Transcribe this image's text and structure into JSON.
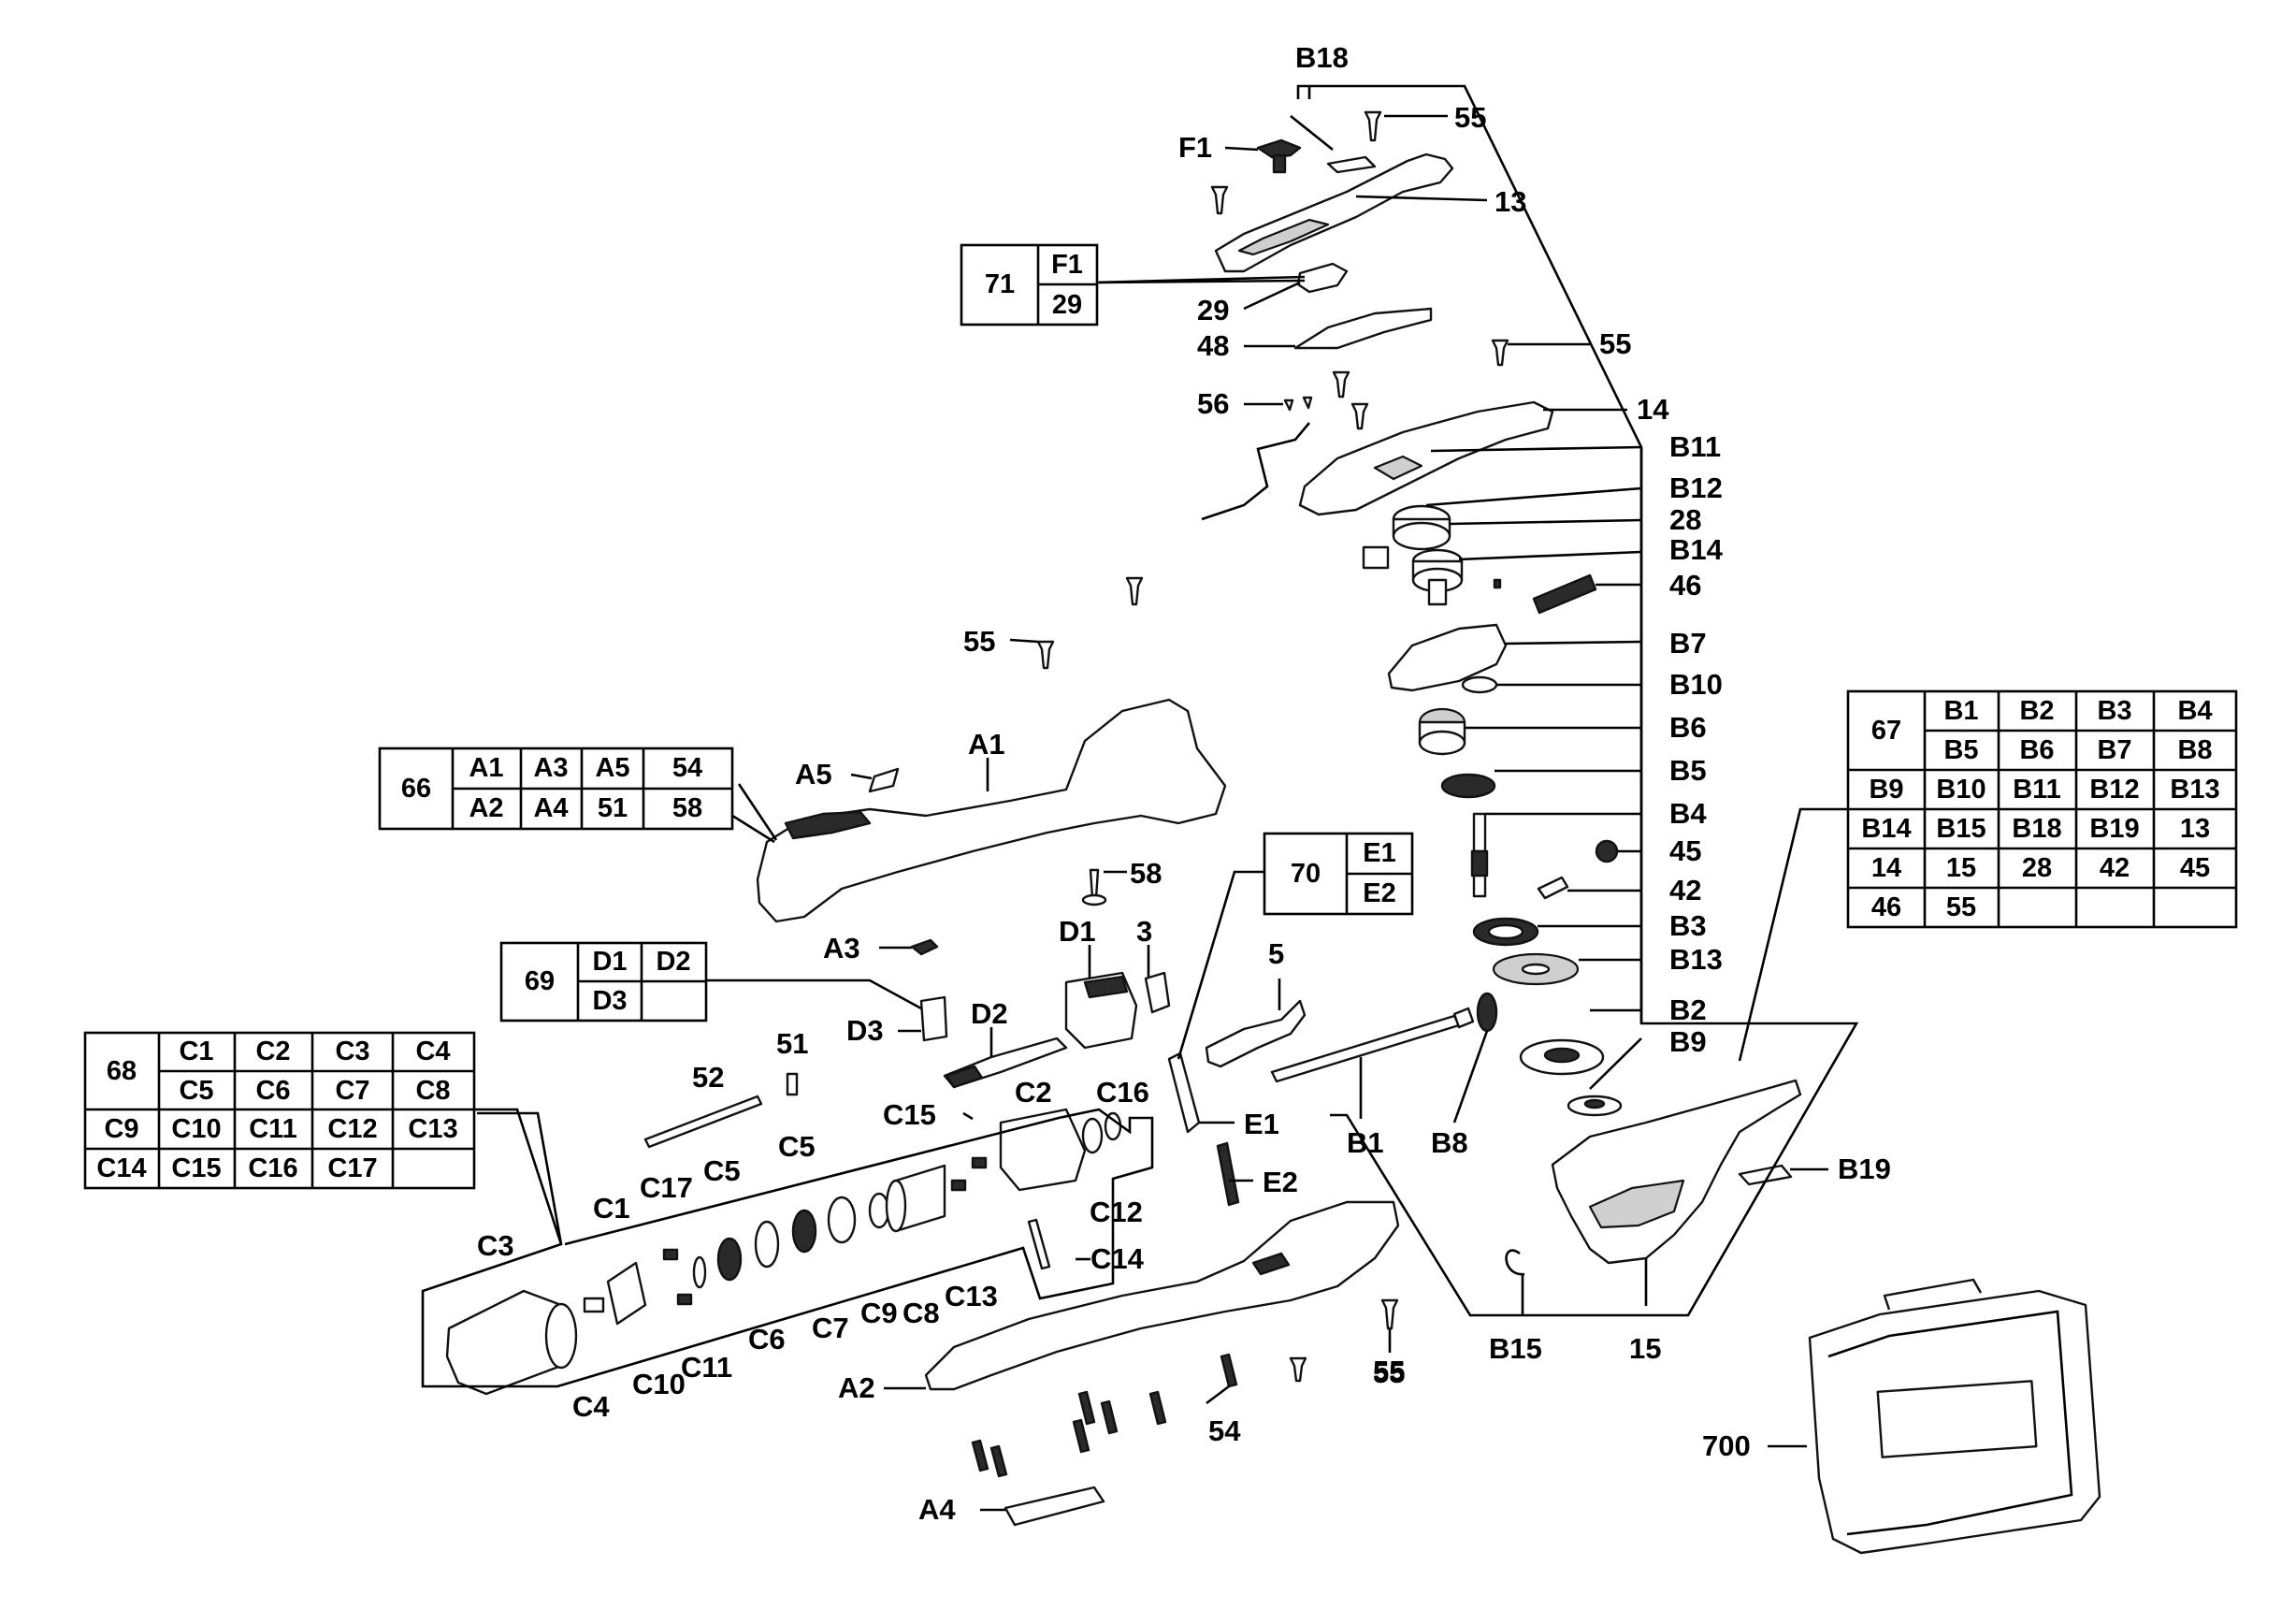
{
  "callouts": [
    "B18",
    "55",
    "F1",
    "13",
    "29",
    "48",
    "55",
    "56",
    "14",
    "B11",
    "B12",
    "28",
    "B14",
    "46",
    "B7",
    "B10",
    "B6",
    "B5",
    "B4",
    "45",
    "42",
    "B3",
    "B13",
    "B2",
    "B9",
    "B19",
    "15",
    "B15",
    "B8",
    "B1",
    "55",
    "A5",
    "A1",
    "58",
    "A3",
    "D1",
    "3",
    "D3",
    "D2",
    "5",
    "E1",
    "E2",
    "52",
    "51",
    "C15",
    "C2",
    "C16",
    "C12",
    "C14",
    "C13",
    "C8",
    "C9",
    "C7",
    "C6",
    "C5",
    "C5",
    "C17",
    "C1",
    "C3",
    "C10",
    "C11",
    "C4",
    "A2",
    "54",
    "55",
    "A4",
    "700"
  ],
  "kits": [
    {
      "id": "71",
      "rows": [
        [
          "F1"
        ],
        [
          "29"
        ]
      ]
    },
    {
      "id": "66",
      "rows": [
        [
          "A1",
          "A3",
          "A5",
          "54"
        ],
        [
          "A2",
          "A4",
          "51",
          "58"
        ]
      ]
    },
    {
      "id": "69",
      "rows": [
        [
          "D1",
          "D2"
        ],
        [
          "D3",
          ""
        ]
      ]
    },
    {
      "id": "70",
      "rows": [
        [
          "E1"
        ],
        [
          "E2"
        ]
      ]
    },
    {
      "id": "67",
      "rows": [
        [
          "B1",
          "B2",
          "B3",
          "B4"
        ],
        [
          "B5",
          "B6",
          "B7",
          "B8"
        ],
        [
          "B9",
          "B10",
          "B11",
          "B12",
          "B13"
        ],
        [
          "B14",
          "B15",
          "B18",
          "B19",
          "13"
        ],
        [
          "14",
          "15",
          "28",
          "42",
          "45"
        ],
        [
          "46",
          "55",
          "",
          "",
          ""
        ]
      ]
    },
    {
      "id": "68",
      "rows": [
        [
          "C1",
          "C2",
          "C3",
          "C4"
        ],
        [
          "C5",
          "C6",
          "C7",
          "C8"
        ],
        [
          "C9",
          "C10",
          "C11",
          "C12",
          "C13"
        ],
        [
          "C14",
          "C15",
          "C16",
          "C17",
          ""
        ]
      ]
    }
  ]
}
